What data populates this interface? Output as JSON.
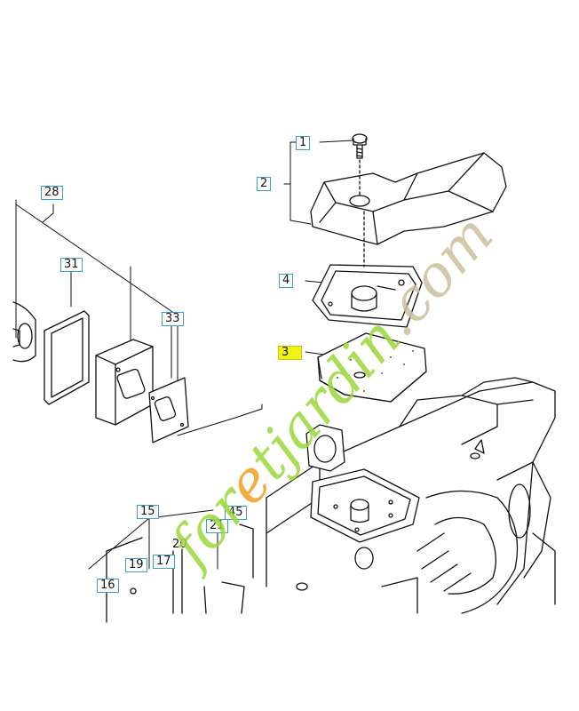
{
  "callouts": [
    {
      "text": "1"
    },
    {
      "text": "2"
    },
    {
      "text": "4"
    },
    {
      "text": "3"
    },
    {
      "text": "28"
    },
    {
      "text": "31"
    },
    {
      "text": "33"
    },
    {
      "text": "15"
    },
    {
      "text": "45"
    },
    {
      "text": "21"
    },
    {
      "text": "20"
    },
    {
      "text": "19"
    },
    {
      "text": "17"
    },
    {
      "text": "16"
    }
  ],
  "watermark": {
    "text": "foretjardin.com",
    "colors": {
      "green": "#9cd83a",
      "orange": "#f0a020",
      "tan": "#cbbf9c"
    }
  },
  "colors": {
    "highlight": "#f2f21a",
    "callout_border": "#3aa0c8",
    "line": "#111111"
  }
}
